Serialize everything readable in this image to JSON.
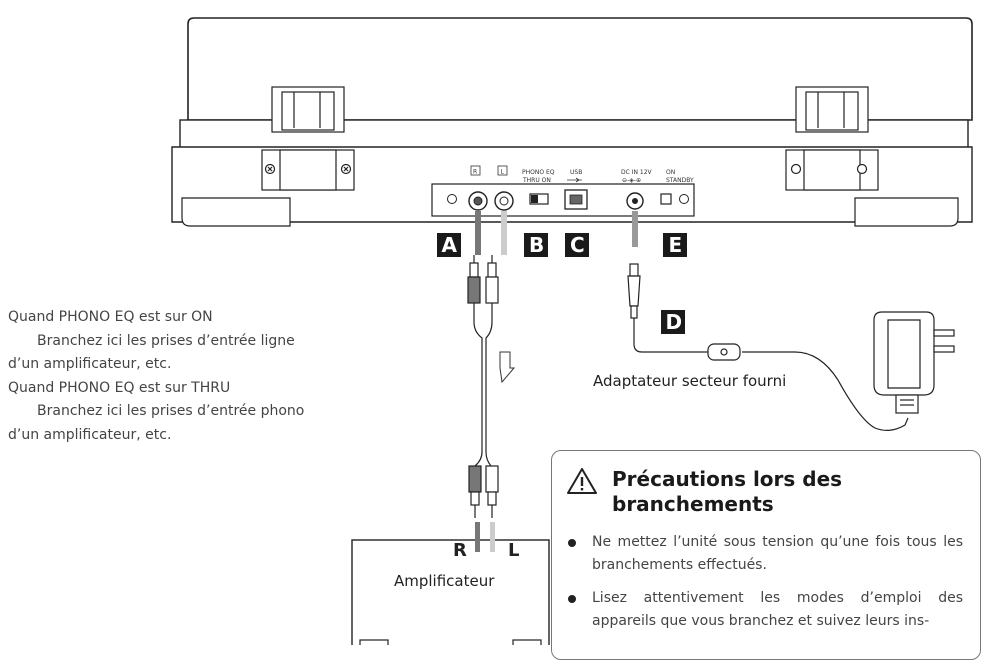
{
  "labels": {
    "A": "A",
    "B": "B",
    "C": "C",
    "D": "D",
    "E": "E"
  },
  "panel": {
    "r_jack": "R",
    "l_jack": "L",
    "phono_eq": "PHONO EQ",
    "phono_eq_positions": "THRU   ON",
    "usb": "USB",
    "dc_in": "DC IN 12V",
    "on": "ON",
    "standby": "STANDBY"
  },
  "adapter_label": "Adaptateur secteur fourni",
  "amplifier": {
    "name": "Amplificateur",
    "r": "R",
    "l": "L"
  },
  "description": {
    "line1": "Quand PHONO EQ est sur ON",
    "line2": "Branchez ici les prises d’entrée ligne",
    "line3": "d’un amplificateur, etc.",
    "line4": "Quand PHONO EQ est sur THRU",
    "line5": "Branchez ici les prises d’entrée phono",
    "line6": "d’un amplificateur, etc."
  },
  "caution": {
    "title": "Précautions lors des branchements",
    "item1": "Ne mettez l’unité sous tension qu’une fois tous les branchements effectués.",
    "item2": "Lisez attentivement les modes d’emploi des appareils que vous branchez et suivez leurs ins-"
  }
}
